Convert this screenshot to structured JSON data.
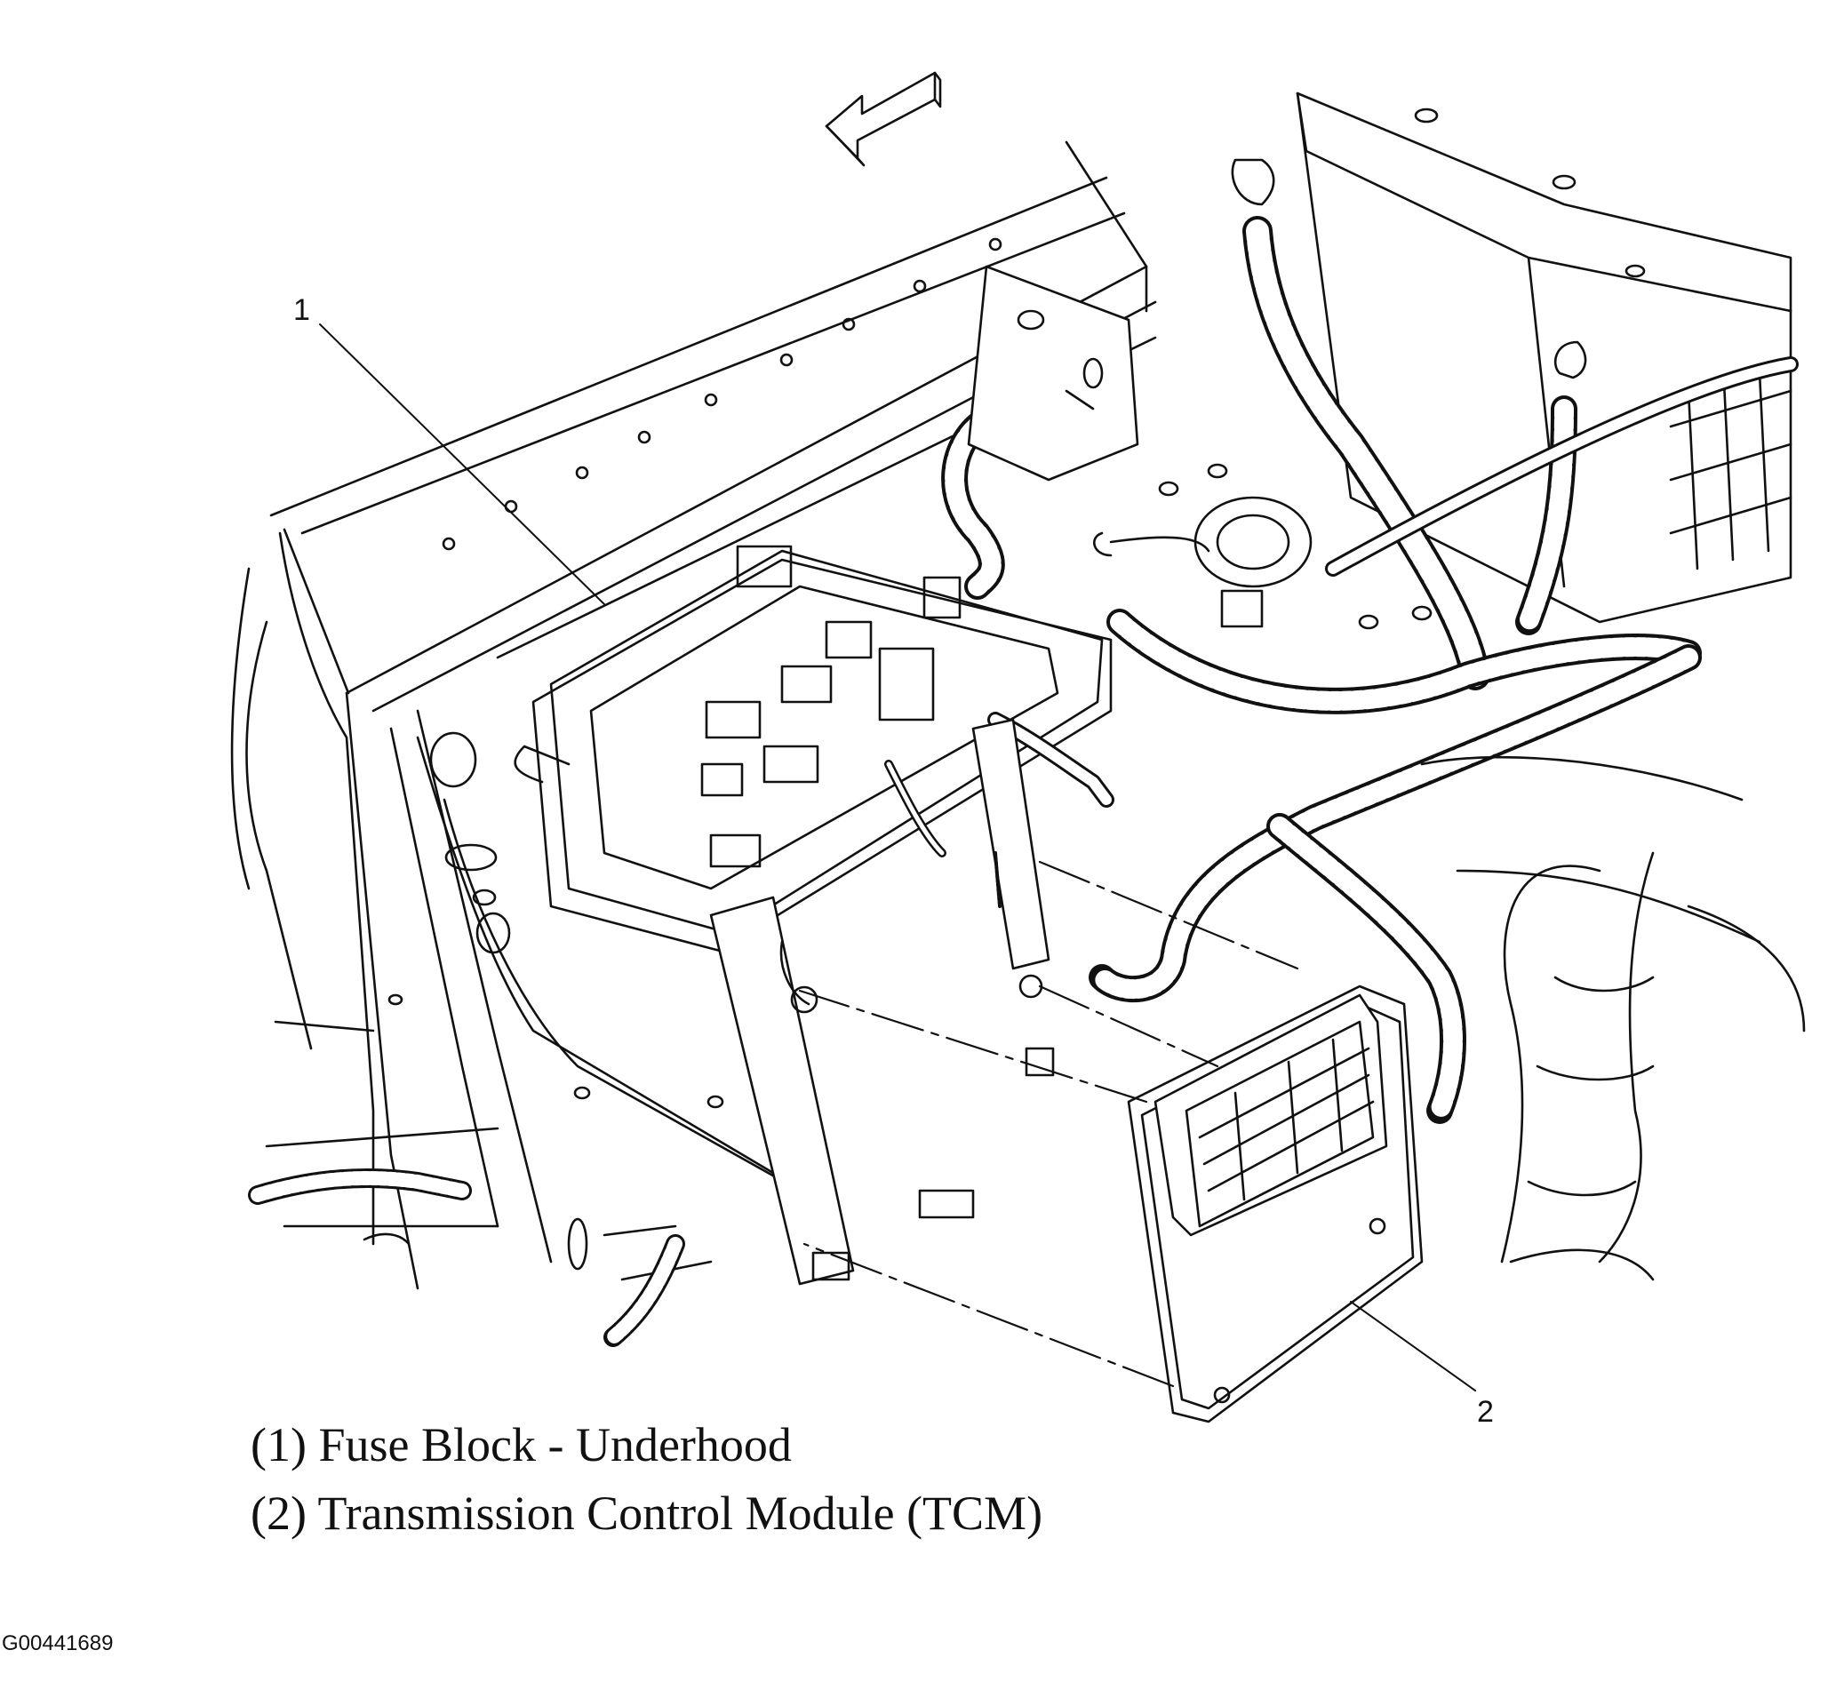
{
  "callouts": [
    {
      "number": "1",
      "target": "Fuse Block - Underhood"
    },
    {
      "number": "2",
      "target": "Transmission Control Module (TCM)"
    }
  ],
  "legend": [
    {
      "text": "(1) Fuse Block - Underhood"
    },
    {
      "text": "(2) Transmission Control Module (TCM)"
    }
  ],
  "figure_id": "G00441689",
  "icons": {
    "direction_arrow": "forward-direction-arrow-icon"
  }
}
